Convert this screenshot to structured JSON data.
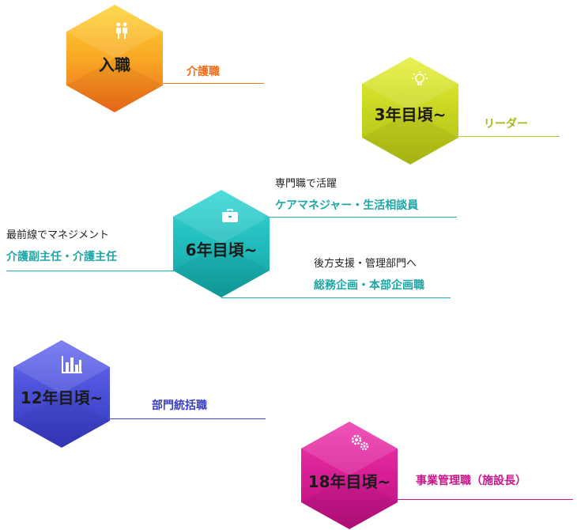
{
  "stages": [
    {
      "id": "nyushoku",
      "title": "入職",
      "icon": "handshake-icon",
      "color": "#f27a1c",
      "roles": [
        "介護職"
      ]
    },
    {
      "id": "3nen",
      "title": "3年目頃~",
      "icon": "lightbulb-icon",
      "color": "#b7c61a",
      "roles": [
        "リーダー"
      ]
    },
    {
      "id": "6nen",
      "title": "6年目頃~",
      "icon": "briefcase-icon",
      "color": "#1fb0b1",
      "branches": [
        {
          "desc": "専門職で活躍",
          "role": "ケアマネジャー・生活相談員"
        },
        {
          "desc": "最前線でマネジメント",
          "role": "介護副主任・介護主任"
        },
        {
          "desc": "後方支援・管理部門へ",
          "role": "総務企画・本部企画職"
        }
      ]
    },
    {
      "id": "12nen",
      "title": "12年目頃~",
      "icon": "bar-chart-icon",
      "color": "#3e43c8",
      "roles": [
        "部門統括職"
      ]
    },
    {
      "id": "18nen",
      "title": "18年目頃~",
      "icon": "gears-icon",
      "color": "#d0168c",
      "roles": [
        "事業管理職（施設長）"
      ]
    }
  ]
}
